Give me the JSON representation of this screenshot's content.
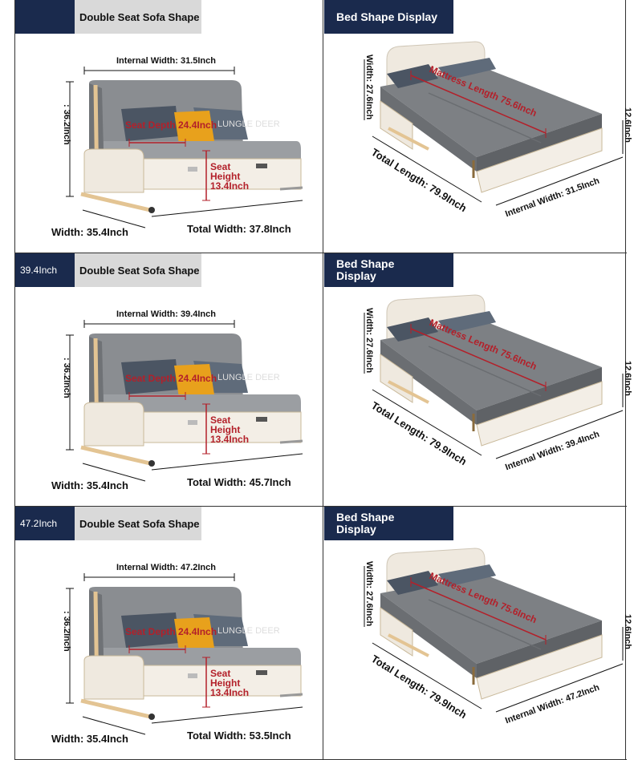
{
  "rows": [
    {
      "left_header_size": "",
      "left_header_title": "Double Seat Sofa Shape",
      "internal_width": "Internal Width: 31.5Inch",
      "height": ": 36.2Inch",
      "seat_depth": "Seat Depth 24.4Inch",
      "seat_height_1": "Seat",
      "seat_height_2": "Height",
      "seat_height_3": "13.4Inch",
      "width": "Width: 35.4Inch",
      "total_width": "Total Width: 37.8Inch",
      "right_header_1": "Bed Shape Display",
      "right_header_2": "",
      "bed_width": "Width: 27.6Inch",
      "mattress_length": "Mattress Length 75.6Inch",
      "bed_height": "12.6Inch",
      "total_length": "Total Length: 79.9Inch",
      "bed_internal_width": "Internal Width: 31.5Inch"
    },
    {
      "left_header_size": "39.4Inch",
      "left_header_title": "Double Seat Sofa Shape",
      "internal_width": "Internal Width: 39.4Inch",
      "height": ": 36.2Inch",
      "seat_depth": "Seat Depth 24.4Inch",
      "seat_height_1": "Seat",
      "seat_height_2": "Height",
      "seat_height_3": "13.4Inch",
      "width": "Width: 35.4Inch",
      "total_width": "Total Width: 45.7Inch",
      "right_header_1": "Bed Shape",
      "right_header_2": "Display",
      "bed_width": "Width: 27.6Inch",
      "mattress_length": "Mattress Length 75.6Inch",
      "bed_height": "12.6Inch",
      "total_length": "Total Length: 79.9Inch",
      "bed_internal_width": "Internal Width: 39.4Inch"
    },
    {
      "left_header_size": "47.2Inch",
      "left_header_title": "Double Seat Sofa Shape",
      "internal_width": "Internal Width: 47.2Inch",
      "height": ": 36.2Inch",
      "seat_depth": "Seat Depth 24.4Inch",
      "seat_height_1": "Seat",
      "seat_height_2": "Height",
      "seat_height_3": "13.4Inch",
      "width": "Width: 35.4Inch",
      "total_width": "Total Width: 53.5Inch",
      "right_header_1": "Bed Shape",
      "right_header_2": "Display",
      "bed_width": "Width: 27.6Inch",
      "mattress_length": "Mattress Length 75.6Inch",
      "bed_height": "12.6Inch",
      "total_length": "Total Length: 79.9Inch",
      "bed_internal_width": "Internal Width: 47.2Inch"
    }
  ],
  "pillow_text": "LUNGLE DEER",
  "colors": {
    "navy": "#1a2a4d",
    "header_gray": "#d9d9d9",
    "dimension_red": "#b3202a",
    "sofa_gray": "#8a8d91",
    "sofa_base": "#efe9df",
    "wood": "#e3c493"
  }
}
